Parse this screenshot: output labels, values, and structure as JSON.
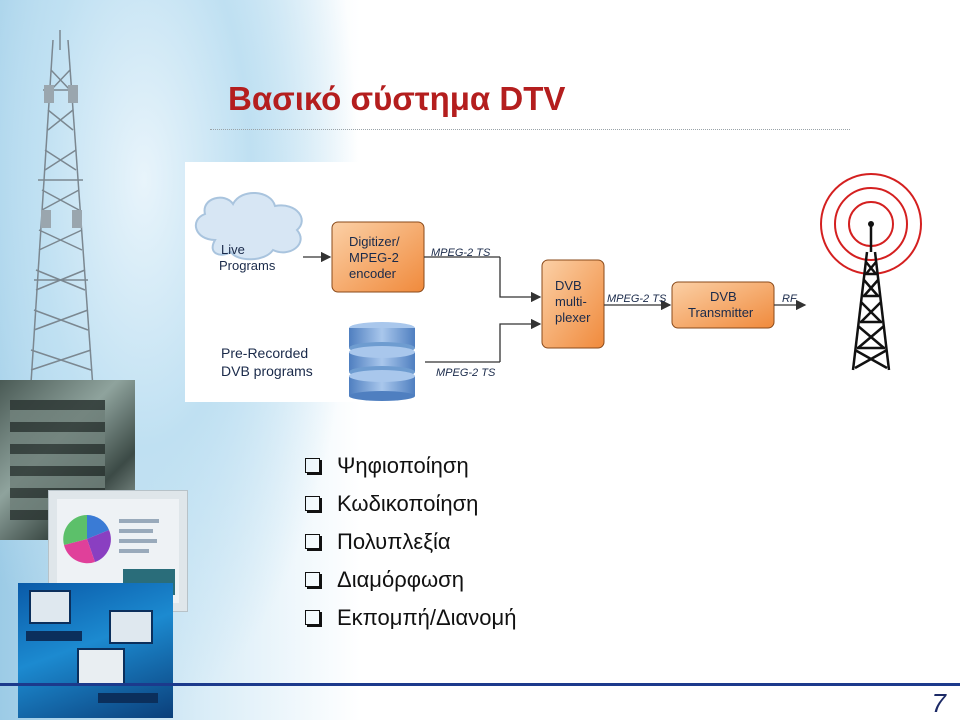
{
  "slide": {
    "title": "Βασικό σύστημα DTV",
    "page_number": "7"
  },
  "diagram": {
    "live_label_1": "Live",
    "live_label_2": "Programs",
    "encoder_label_1": "Digitizer/",
    "encoder_label_2": "MPEG-2",
    "encoder_label_3": "encoder",
    "prerecorded_label_1": "Pre-Recorded",
    "prerecorded_label_2": "DVB programs",
    "mux_label_1": "DVB",
    "mux_label_2": "multi-",
    "mux_label_3": "plexer",
    "transmitter_label_1": "DVB",
    "transmitter_label_2": "Transmitter",
    "ts_label_top": "MPEG-2 TS",
    "ts_label_bottom": "MPEG-2 TS",
    "ts_label_mid": "MPEG-2 TS",
    "rf_label": "RF",
    "colors": {
      "block_orange": "#f08a3c",
      "block_orange_light": "#fbd0a6",
      "rings": "#d42020",
      "db_blue": "#6e9cd0"
    }
  },
  "bullets": [
    "Ψηφιοποίηση",
    "Κωδικοποίηση",
    "Πολυπλεξία",
    "Διαμόρφωση",
    "Εκπομπή/Διανομή"
  ]
}
